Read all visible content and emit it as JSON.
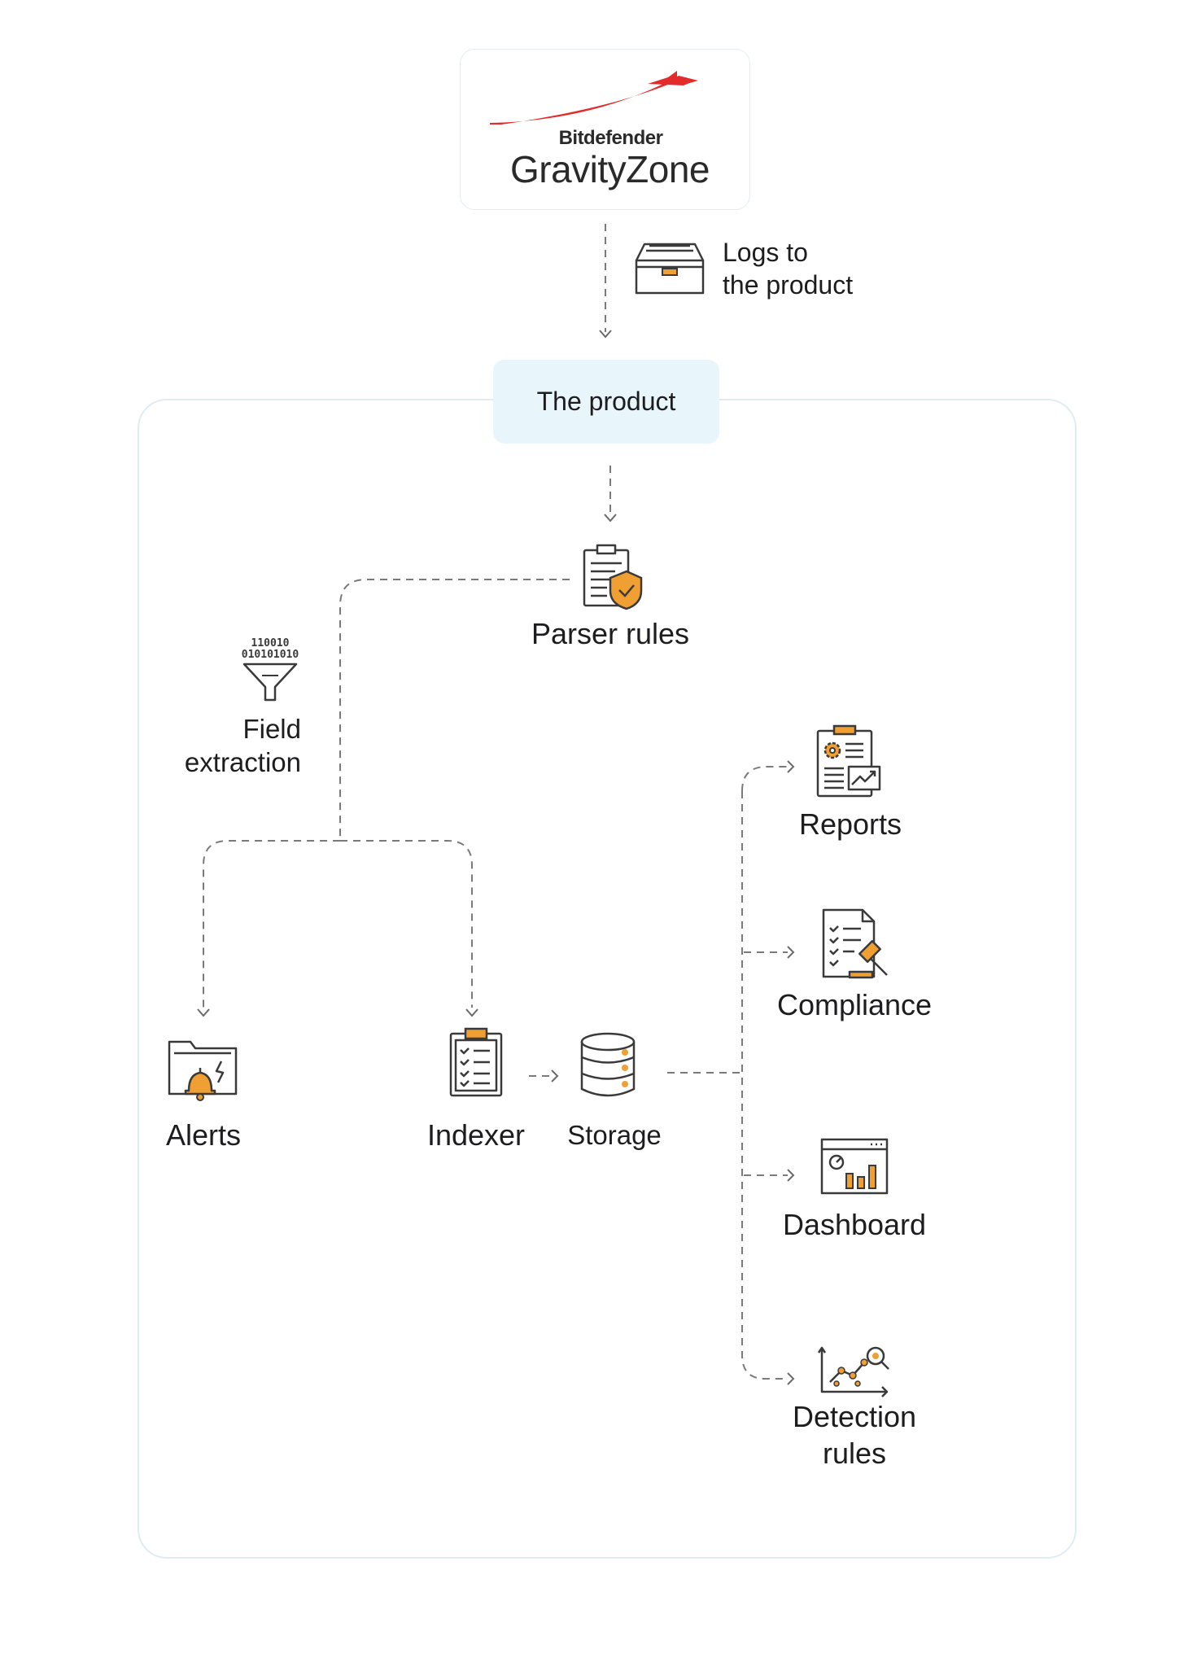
{
  "logo": {
    "brand": "Bitdefender",
    "product": "GravityZone",
    "swoosh_color": "#e32b2b"
  },
  "edge_note": {
    "line1": "Logs to",
    "line2": "the product",
    "icon": "archive-tray-icon"
  },
  "product": {
    "label": "The product",
    "fill": "#e8f5fb"
  },
  "nodes": {
    "parser_rules": {
      "label": "Parser rules",
      "icon": "clipboard-shield-icon"
    },
    "field_extraction": {
      "line1": "Field",
      "line2": "extraction",
      "icon": "binary-funnel-icon"
    },
    "alerts": {
      "label": "Alerts",
      "icon": "folder-bell-icon"
    },
    "indexer": {
      "label": "Indexer",
      "icon": "checklist-clipboard-icon"
    },
    "storage": {
      "label": "Storage",
      "icon": "database-icon"
    },
    "reports": {
      "label": "Reports",
      "icon": "report-clipboard-icon"
    },
    "compliance": {
      "label": "Compliance",
      "icon": "document-gavel-icon"
    },
    "dashboard": {
      "label": "Dashboard",
      "icon": "dashboard-chart-icon"
    },
    "detection_rules": {
      "line1": "Detection",
      "line2": "rules",
      "icon": "scatter-search-icon"
    }
  },
  "colors": {
    "accent": "#f0a032",
    "stroke": "#3a3a3a",
    "connector": "#7a7a7a",
    "container_border": "#e0ebf2"
  }
}
